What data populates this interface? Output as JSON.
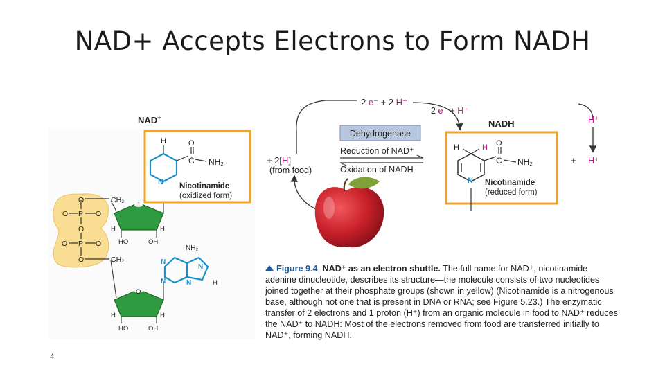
{
  "slide": {
    "title": "NAD+ Accepts Electrons to Form NADH",
    "number": "4"
  },
  "figure": {
    "left": {
      "label": "NAD",
      "label_sup": "+",
      "nicotinamide_name": "Nicotinamide",
      "nicotinamide_form": "(oxidized form)",
      "n_plus": "N⁺",
      "h": "H",
      "c": "C",
      "o": "O",
      "nh2": "NH₂",
      "ch2": "CH₂",
      "ho": "HO",
      "oh": "OH",
      "p": "P",
      "n": "N"
    },
    "reaction": {
      "top_electrons": "2 e⁻ + 2 H⁺",
      "top_electrons_colored_part": "e⁻",
      "branch_electrons": "2 e⁻ + H⁺",
      "enzyme": "Dehydrogenase",
      "reduction": "Reduction of NAD⁺",
      "oxidation": "Oxidation of NADH",
      "plus_2h": "+ 2[H]",
      "from_food": "(from food)",
      "h_plus": "H⁺",
      "plus": "+"
    },
    "right": {
      "label": "NADH",
      "nicotinamide_name": "Nicotinamide",
      "nicotinamide_form": "(reduced form)",
      "n": "N",
      "h": "H",
      "nh2": "NH₂",
      "c": "C",
      "o": "O"
    },
    "colors": {
      "highlight_box": "#f0a52a",
      "yellow_phosphate": "#f8dd93",
      "ribose_green": "#2f9a3f",
      "nitrogen_blue": "#1a8fc9",
      "electron_magenta": "#c2188b",
      "apple_red": "#c8202a"
    }
  },
  "caption": {
    "label": "Figure 9.4",
    "title": "NAD⁺ as an electron shuttle.",
    "text": "The full name for NAD⁺, nicotinamide adenine dinucleotide, describes its structure—the molecule consists of two nucleotides joined together at their phosphate groups (shown in yellow) (Nicotinamide is a nitrogenous base, although not one that is present in DNA or RNA; see Figure 5.23.) The enzymatic transfer of 2 electrons and 1 proton (H⁺) from an organic molecule in food to NAD⁺ reduces the NAD⁺ to NADH: Most of the electrons removed from food are transferred initially to NAD⁺, forming NADH."
  }
}
